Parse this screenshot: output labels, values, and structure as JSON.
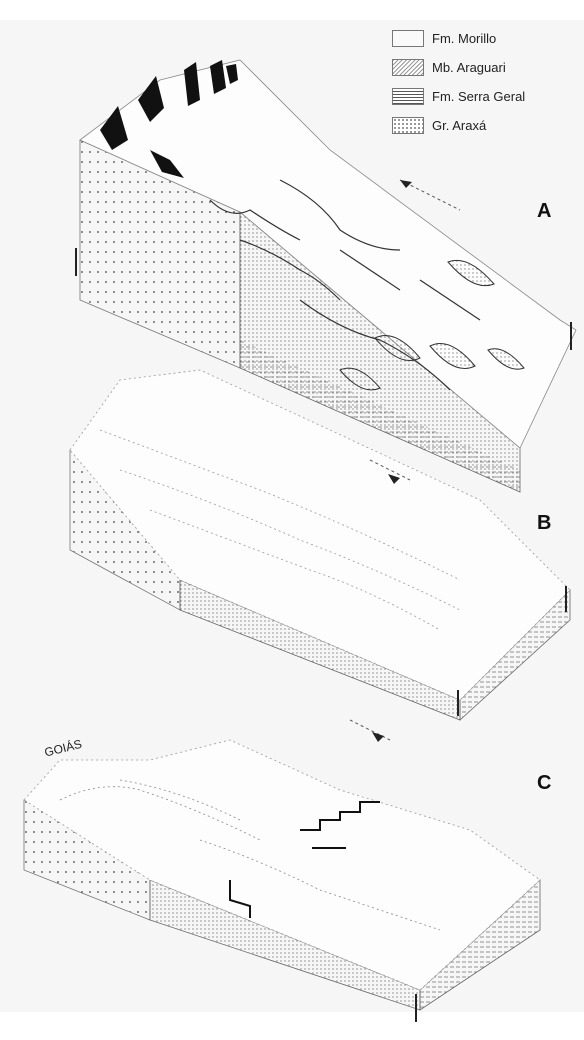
{
  "legend": {
    "items": [
      {
        "label": "Fm. Morillo",
        "pattern": "dotted-blank"
      },
      {
        "label": "Mb. Araguari",
        "pattern": "stippled"
      },
      {
        "label": "Fm. Serra Geral",
        "pattern": "horizontal-lines"
      },
      {
        "label": "Gr. Araxá",
        "pattern": "dotted"
      }
    ]
  },
  "panels": {
    "a": "A",
    "b": "B",
    "c": "C"
  },
  "place_label": "GOIÁS"
}
